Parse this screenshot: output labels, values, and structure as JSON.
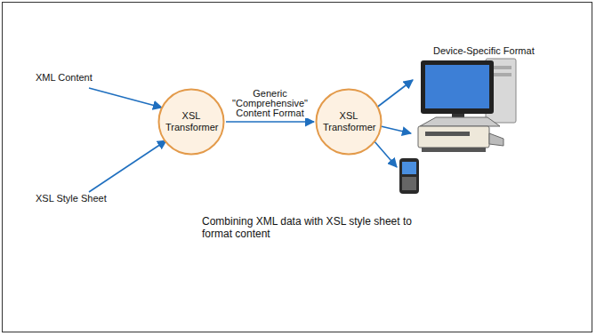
{
  "diagram": {
    "caption": "Combining XML data with XSL style sheet to format content",
    "nodes": [
      {
        "text": [
          "XSL Transformer"
        ]
      },
      {
        "text": [
          "XSL Transformer"
        ]
      }
    ],
    "edges": [
      {
        "from": 0,
        "to": 1,
        "arrow": "to",
        "label": "Generic \"Comprehensive\" Content Format"
      }
    ],
    "labels": [
      "XML Content",
      "XSL Style Sheet",
      "Device-Specific Format"
    ]
  }
}
